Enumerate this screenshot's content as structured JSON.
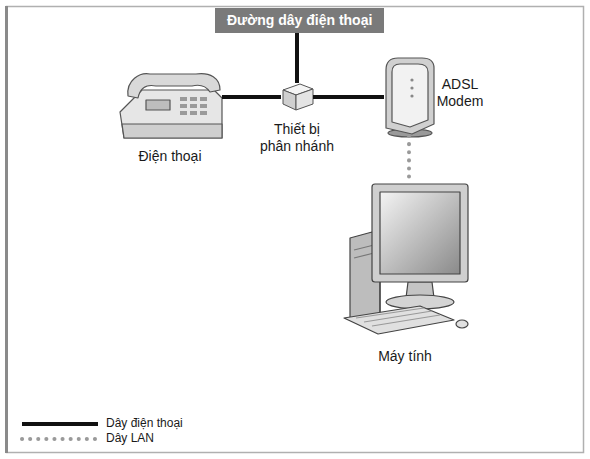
{
  "diagram": {
    "nodes": [
      {
        "text": [
          "Đường dây điện thoại"
        ]
      },
      {
        "text": [
          "Điện thoại"
        ]
      },
      {
        "text": [
          "Thiết bị phân nhánh"
        ]
      },
      {
        "text": [
          "ADSL Modem"
        ]
      },
      {
        "text": [
          "Máy tính"
        ]
      }
    ],
    "edges": [
      {
        "from": 0,
        "to": 2,
        "arrow": "none"
      },
      {
        "from": 1,
        "to": 2,
        "arrow": "none"
      },
      {
        "from": 2,
        "to": 3,
        "arrow": "none"
      },
      {
        "from": 3,
        "to": 4,
        "arrow": "none"
      }
    ],
    "legend": [
      {
        "text": "Dây điện thoại"
      },
      {
        "text": "Dây LAN"
      }
    ]
  }
}
